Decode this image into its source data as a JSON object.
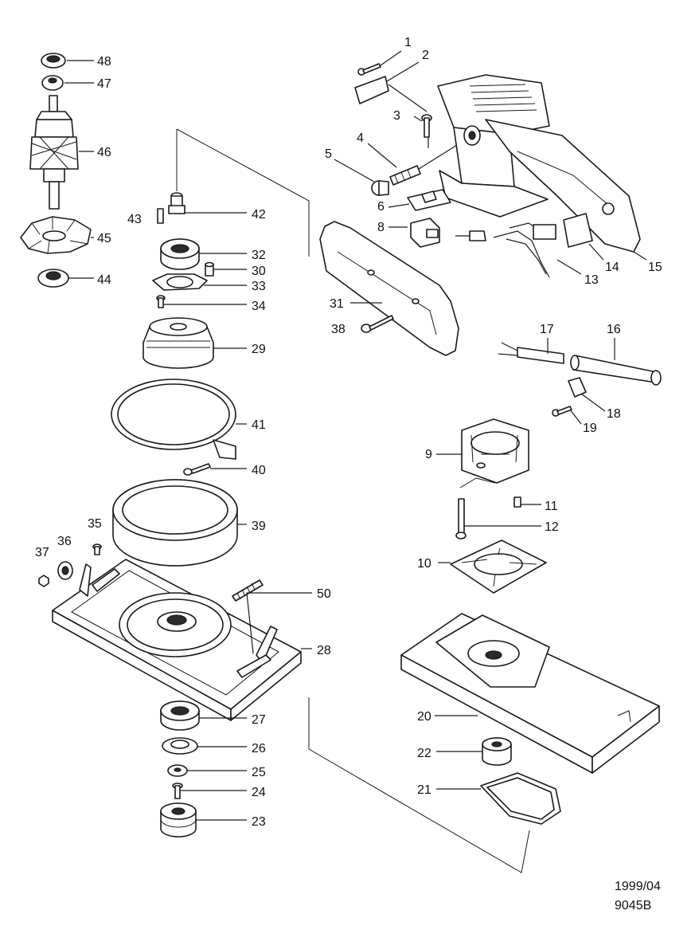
{
  "footer": {
    "date": "1999/04",
    "model": "9045B"
  },
  "parts": {
    "p1": "1",
    "p2": "2",
    "p3": "3",
    "p4": "4",
    "p5": "5",
    "p6": "6",
    "p8": "8",
    "p9": "9",
    "p10": "10",
    "p11": "11",
    "p12": "12",
    "p13": "13",
    "p14": "14",
    "p15": "15",
    "p16": "16",
    "p17": "17",
    "p18": "18",
    "p19": "19",
    "p20": "20",
    "p21": "21",
    "p22": "22",
    "p23": "23",
    "p24": "24",
    "p25": "25",
    "p26": "26",
    "p27": "27",
    "p28": "28",
    "p29": "29",
    "p30": "30",
    "p31": "31",
    "p32": "32",
    "p33": "33",
    "p34": "34",
    "p35": "35",
    "p36": "36",
    "p37": "37",
    "p38": "38",
    "p39": "39",
    "p40": "40",
    "p41": "41",
    "p42": "42",
    "p43": "43",
    "p44": "44",
    "p45": "45",
    "p46": "46",
    "p47": "47",
    "p48": "48",
    "p50": "50"
  }
}
